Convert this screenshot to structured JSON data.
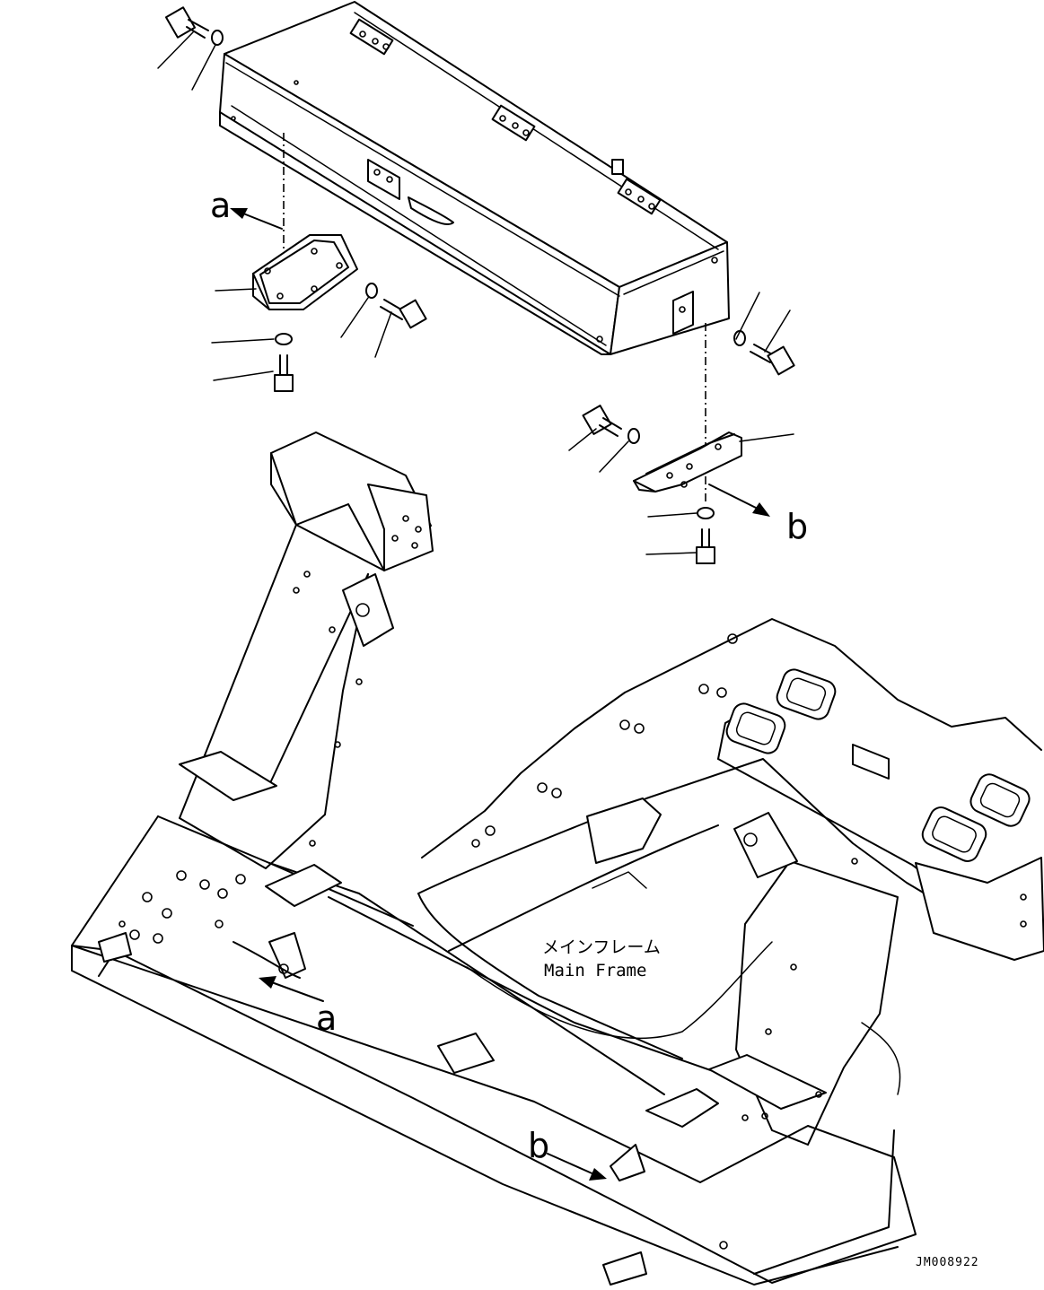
{
  "labels": {
    "a_top": "a",
    "a_bottom": "a",
    "b_top": "b",
    "b_bottom": "b"
  },
  "main_frame": {
    "jp": "メインフレーム",
    "en": "Main Frame"
  },
  "drawing_code": "JM008922"
}
